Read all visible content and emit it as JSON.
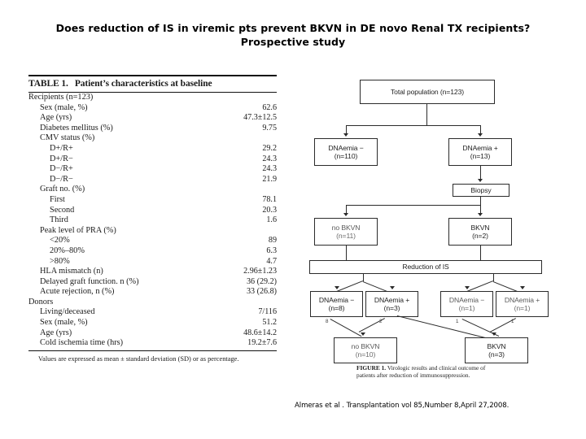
{
  "slide": {
    "title_line1": "Does reduction of IS in viremic pts prevent BKVN in DE novo Renal TX recipients?",
    "title_line2": "Prospective study",
    "citation": "Almeras et al . Transplantation vol 85,Number 8,April 27,2008."
  },
  "table": {
    "number": "TABLE 1.",
    "caption": "Patient’s characteristics at baseline",
    "note": "Values are expressed as mean ± standard deviation (SD) or as percentage.",
    "rows": [
      {
        "level": 1,
        "label": "Recipients (n=123)",
        "value": ""
      },
      {
        "level": 2,
        "label": "Sex (male, %)",
        "value": "62.6"
      },
      {
        "level": 2,
        "label": "Age (yrs)",
        "value": "47.3±12.5"
      },
      {
        "level": 2,
        "label": "Diabetes mellitus (%)",
        "value": "9.75"
      },
      {
        "level": 2,
        "label": "CMV status (%)",
        "value": ""
      },
      {
        "level": 2,
        "label": "D+/R+",
        "value": "29.2",
        "indent": 3
      },
      {
        "level": 2,
        "label": "D+/R−",
        "value": "24.3",
        "indent": 3
      },
      {
        "level": 2,
        "label": "D−/R+",
        "value": "24.3",
        "indent": 3
      },
      {
        "level": 2,
        "label": "D−/R−",
        "value": "21.9",
        "indent": 3
      },
      {
        "level": 2,
        "label": "Graft no. (%)",
        "value": ""
      },
      {
        "level": 2,
        "label": "First",
        "value": "78.1",
        "indent": 3
      },
      {
        "level": 2,
        "label": "Second",
        "value": "20.3",
        "indent": 3
      },
      {
        "level": 2,
        "label": "Third",
        "value": "1.6",
        "indent": 3
      },
      {
        "level": 2,
        "label": "Peak level of PRA (%)",
        "value": ""
      },
      {
        "level": 2,
        "label": "<20%",
        "value": "89",
        "indent": 3
      },
      {
        "level": 2,
        "label": "20%–80%",
        "value": "6.3",
        "indent": 3
      },
      {
        "level": 2,
        "label": ">80%",
        "value": "4.7",
        "indent": 3
      },
      {
        "level": 2,
        "label": "HLA mismatch (n)",
        "value": "2.96±1.23"
      },
      {
        "level": 2,
        "label": "Delayed graft function. n (%)",
        "value": "36 (29.2)"
      },
      {
        "level": 2,
        "label": "Acute rejection, n (%)",
        "value": "33 (26.8)"
      },
      {
        "level": 1,
        "label": "Donors",
        "value": ""
      },
      {
        "level": 2,
        "label": "Living/deceased",
        "value": "7/116"
      },
      {
        "level": 2,
        "label": "Sex (male, %)",
        "value": "51.2"
      },
      {
        "level": 2,
        "label": "Age (yrs)",
        "value": "48.6±14.2"
      },
      {
        "level": 2,
        "label": "Cold ischemia time (hrs)",
        "value": "19.2±7.6"
      }
    ]
  },
  "figure": {
    "caption_label": "FIGURE 1.",
    "caption_text": "Virologic results and clinical outcome of patients after reduction of immunosuppression.",
    "nodes": {
      "total_population": {
        "line1": "Total population (n=123)",
        "line2": ""
      },
      "dnaemia_neg_top": {
        "line1": "DNAemia −",
        "line2": "(n=110)"
      },
      "dnaemia_pos_top": {
        "line1": "DNAemia +",
        "line2": "(n=13)"
      },
      "biopsy": {
        "line1": "Biopsy",
        "line2": ""
      },
      "no_bkvn_mid": {
        "line1": "no BKVN",
        "line2": "(n=11)"
      },
      "bkvn_mid": {
        "line1": "BKVN",
        "line2": "(n=2)"
      },
      "reduction_of_is": {
        "line1": "Reduction of IS",
        "line2": ""
      },
      "dnaemia_neg_a": {
        "line1": "DNAemia −",
        "line2": "(n=8)"
      },
      "dnaemia_pos_a": {
        "line1": "DNAemia +",
        "line2": "(n=3)"
      },
      "dnaemia_neg_b": {
        "line1": "DNAemia −",
        "line2": "(n=1)"
      },
      "dnaemia_pos_b": {
        "line1": "DNAemia +",
        "line2": "(n=1)"
      },
      "no_bkvn_bottom": {
        "line1": "no BKVN",
        "line2": "(n=10)"
      },
      "bkvn_bottom": {
        "line1": "BKVN",
        "line2": "(n=3)"
      }
    },
    "edge_labels": {
      "a": "8",
      "b": "2",
      "c": "1",
      "d": "1"
    }
  },
  "colors": {
    "text": "#000000",
    "scan_ink": "#1f1f1f",
    "rule": "#111111",
    "background": "#ffffff"
  }
}
